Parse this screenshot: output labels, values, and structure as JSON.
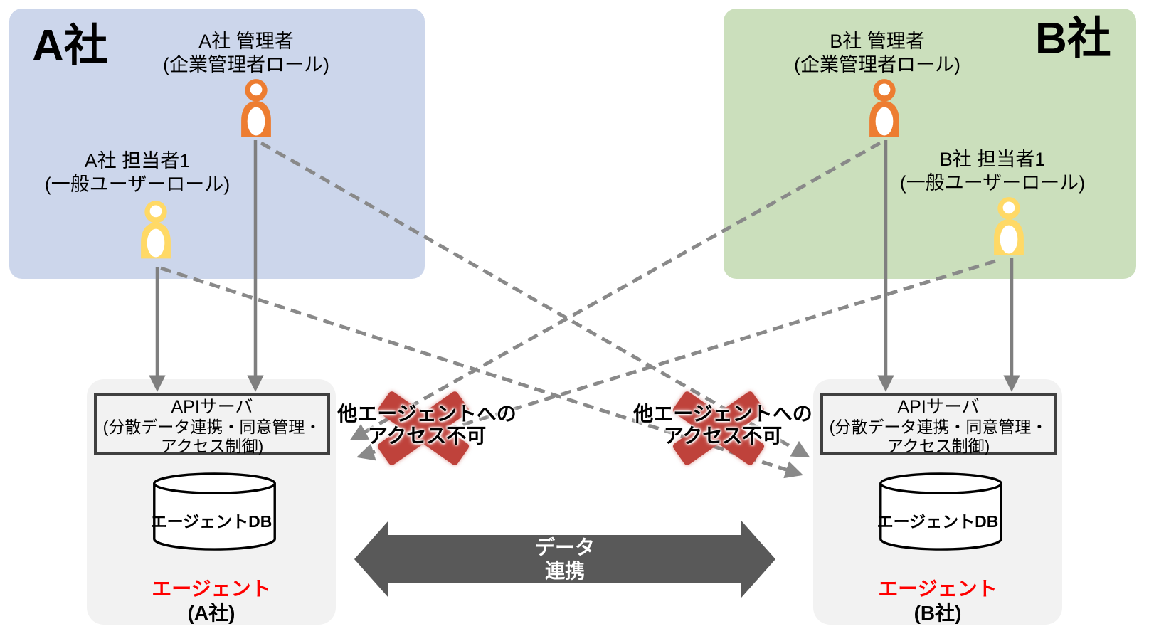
{
  "companies": {
    "a": {
      "title": "A社",
      "admin": {
        "name": "A社 管理者",
        "role": "(企業管理者ロール)"
      },
      "user": {
        "name": "A社 担当者1",
        "role": "(一般ユーザーロール)"
      }
    },
    "b": {
      "title": "B社",
      "admin": {
        "name": "B社 管理者",
        "role": "(企業管理者ロール)"
      },
      "user": {
        "name": "B社 担当者1",
        "role": "(一般ユーザーロール)"
      }
    }
  },
  "agents": {
    "a": {
      "api_title": "APIサーバ",
      "api_sub1": "(分散データ連携・同意管理・",
      "api_sub2": "アクセス制御)",
      "db_label": "エージェントDB",
      "agent_label": "エージェント",
      "company_label": "(A社)"
    },
    "b": {
      "api_title": "APIサーバ",
      "api_sub1": "(分散データ連携・同意管理・",
      "api_sub2": "アクセス制御)",
      "db_label": "エージェントDB",
      "agent_label": "エージェント",
      "company_label": "(B社)"
    }
  },
  "connections": {
    "data_link": {
      "line1": "データ",
      "line2": "連携"
    },
    "blocked_left": {
      "line1": "他エージェントへの",
      "line2": "アクセス不可"
    },
    "blocked_right": {
      "line1": "他エージェントへの",
      "line2": "アクセス不可"
    }
  },
  "icons": {
    "admin": "person-icon",
    "user": "person-icon",
    "database": "cylinder-icon",
    "blocked": "x-mark-icon",
    "data_link": "double-arrow-icon"
  },
  "colors": {
    "company_a_bg": "#ccd6eb",
    "company_b_bg": "#cbdfbc",
    "admin_icon_orange": "#ED7D31",
    "user_icon_yellow": "#FFD966",
    "agent_box_bg": "#f2f2f2",
    "api_border": "#404040",
    "solid_arrow_gray": "#7f7f7f",
    "dashed_arrow_gray": "#898989",
    "data_link_arrow": "#595959",
    "blocked_x_red": "#bf423b",
    "agent_label_red": "#ff0000"
  }
}
